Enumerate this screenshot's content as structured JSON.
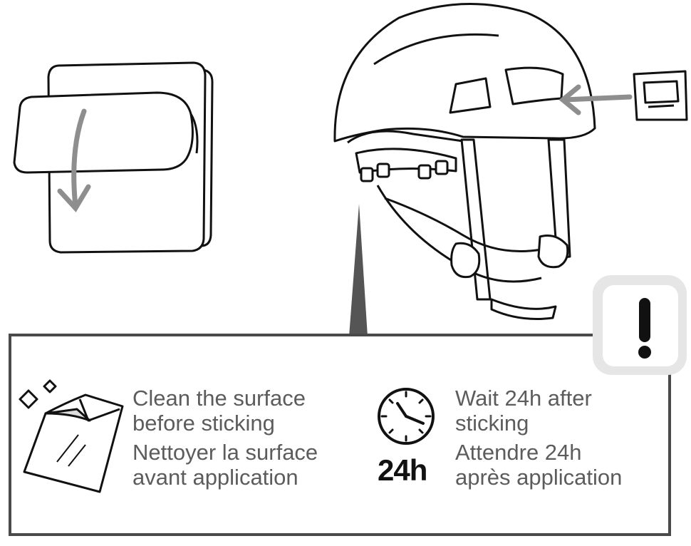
{
  "clean_step": {
    "en_line1": "Clean the surface",
    "en_line2": "before sticking",
    "fr_line1": "Nettoyer la surface",
    "fr_line2": "avant application",
    "icon": "cleaning-cloth-sparkle-icon"
  },
  "wait_step": {
    "en_line1": "Wait 24h after",
    "en_line2": "sticking",
    "fr_line1": "Attendre 24h",
    "fr_line2": "après application",
    "hours_label": "24h",
    "icon": "clock-icon"
  },
  "warning": {
    "icon": "exclamation-icon"
  },
  "colors": {
    "text": "#5c5c5c",
    "line": "#111111",
    "arrow": "#8e8e8e",
    "panel_border": "#4a4a4a",
    "warning_bg": "#e6e6e6"
  }
}
